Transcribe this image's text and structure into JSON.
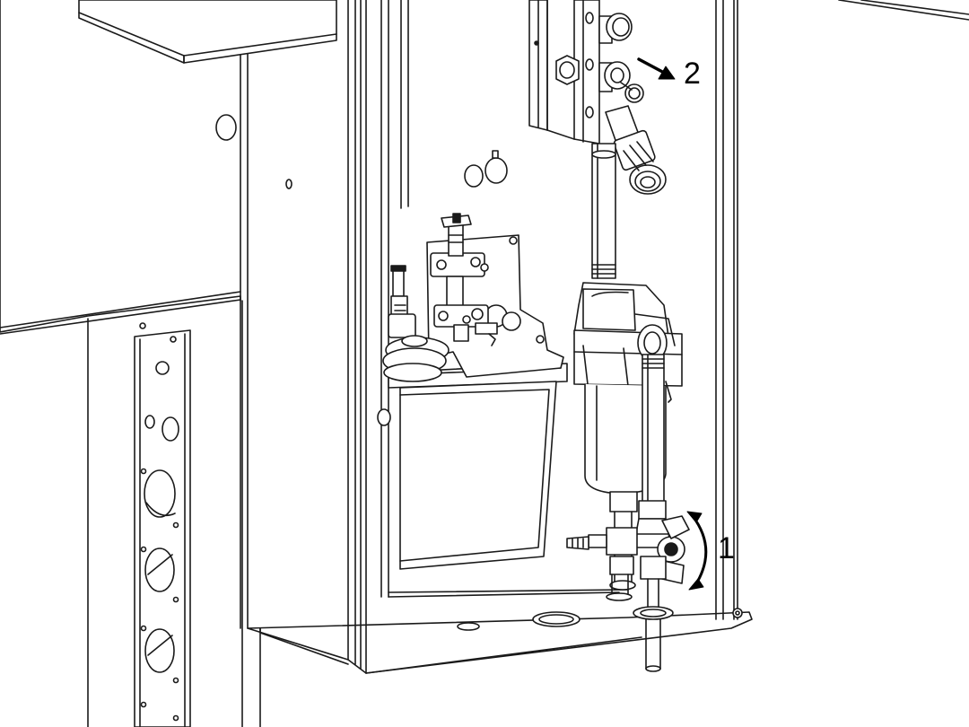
{
  "callouts": [
    {
      "id": "1",
      "text": "1"
    },
    {
      "id": "2",
      "text": "2"
    }
  ],
  "colors": {
    "line": "#1a1a1a",
    "fill": "#ffffff",
    "shade": "#d9d9d9",
    "dark": "#555555"
  }
}
